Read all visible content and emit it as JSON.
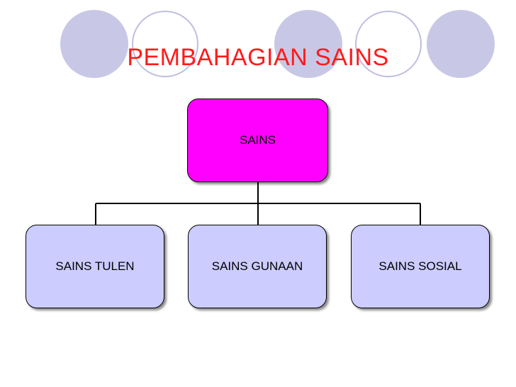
{
  "title": "PEMBAHAGIAN SAINS",
  "colors": {
    "title": "#ff1a1a",
    "root_fill": "#ff00ff",
    "child_fill": "#ccccff",
    "deco_dark": "#c8c8e6",
    "deco_ring": "#bebee0"
  },
  "root": {
    "label": "SAINS"
  },
  "children": [
    {
      "label": "SAINS TULEN"
    },
    {
      "label": "SAINS GUNAAN"
    },
    {
      "label": "SAINS SOSIAL"
    }
  ]
}
